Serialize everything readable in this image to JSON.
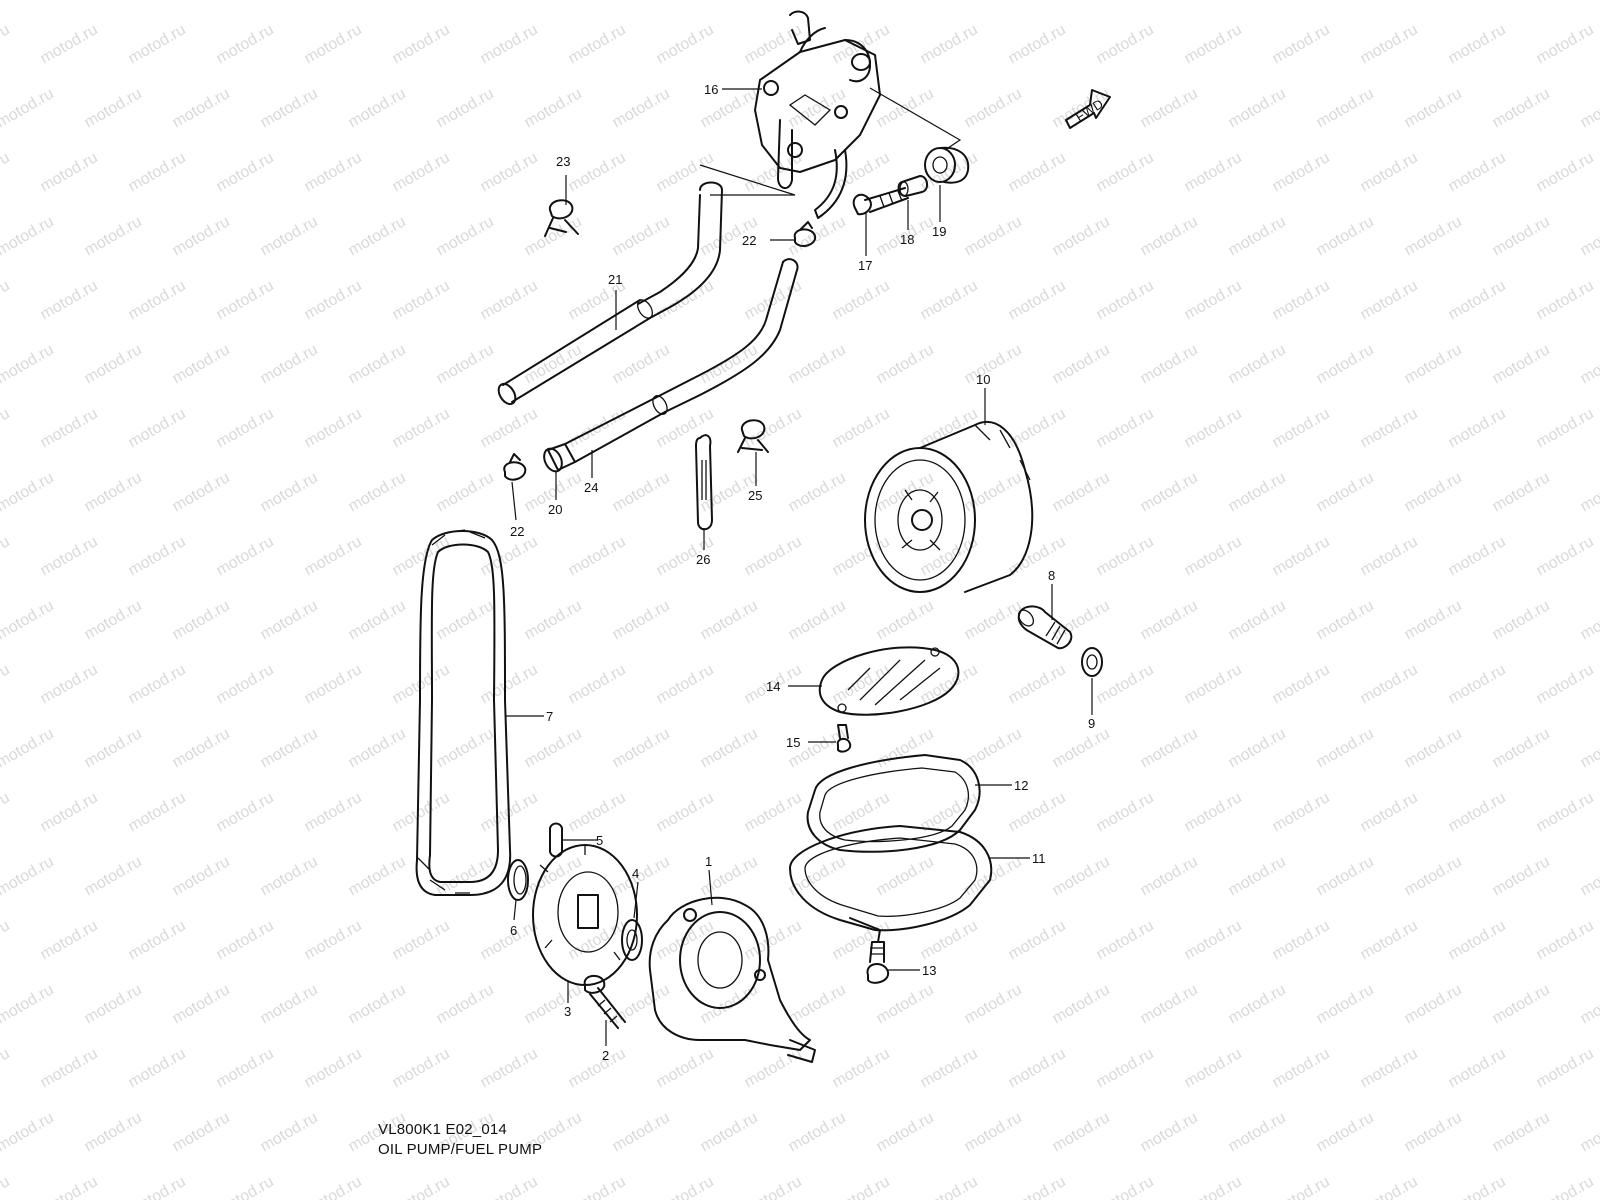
{
  "diagram": {
    "code": "VL800K1 E02_014",
    "title": "OIL PUMP/FUEL PUMP",
    "watermark": "motod.ru",
    "direction_tag": "FWD",
    "callouts": [
      {
        "id": "c1",
        "label": "1"
      },
      {
        "id": "c2",
        "label": "2"
      },
      {
        "id": "c3",
        "label": "3"
      },
      {
        "id": "c4",
        "label": "4"
      },
      {
        "id": "c5",
        "label": "5"
      },
      {
        "id": "c6",
        "label": "6"
      },
      {
        "id": "c7",
        "label": "7"
      },
      {
        "id": "c8",
        "label": "8"
      },
      {
        "id": "c9",
        "label": "9"
      },
      {
        "id": "c10",
        "label": "10"
      },
      {
        "id": "c11",
        "label": "11"
      },
      {
        "id": "c12",
        "label": "12"
      },
      {
        "id": "c13",
        "label": "13"
      },
      {
        "id": "c14",
        "label": "14"
      },
      {
        "id": "c15",
        "label": "15"
      },
      {
        "id": "c16",
        "label": "16"
      },
      {
        "id": "c17",
        "label": "17"
      },
      {
        "id": "c18",
        "label": "18"
      },
      {
        "id": "c19",
        "label": "19"
      },
      {
        "id": "c20",
        "label": "20"
      },
      {
        "id": "c21",
        "label": "21"
      },
      {
        "id": "c22a",
        "label": "22"
      },
      {
        "id": "c22b",
        "label": "22"
      },
      {
        "id": "c23",
        "label": "23"
      },
      {
        "id": "c24",
        "label": "24"
      },
      {
        "id": "c25",
        "label": "25"
      },
      {
        "id": "c26",
        "label": "26"
      }
    ]
  },
  "colors": {
    "line": "#111111",
    "watermark": "#d9d9d9",
    "background": "#ffffff"
  }
}
